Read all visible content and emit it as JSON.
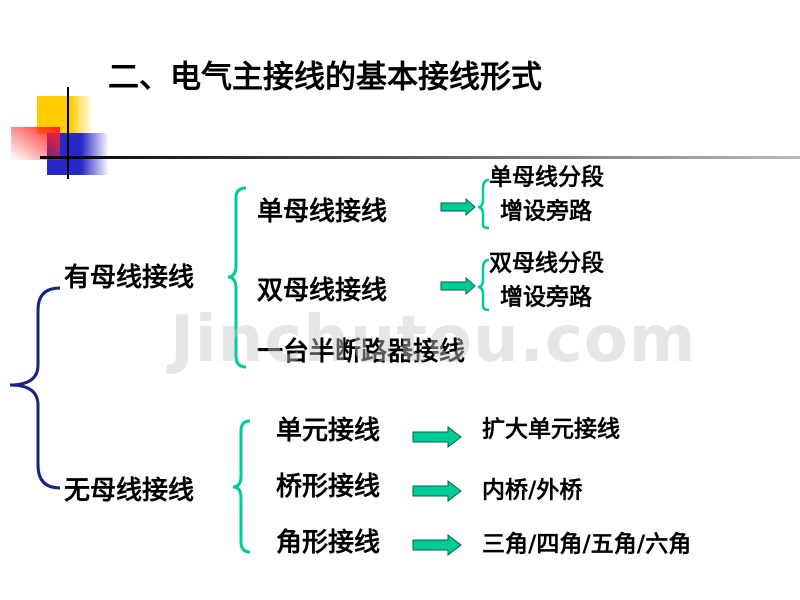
{
  "title": "二、电气主接线的基本接线形式",
  "watermark": "Jinchutou.com",
  "colors": {
    "brace_left": "#1a237e",
    "brace_green": "#00cc99",
    "arrow_fill": "#00cc99",
    "arrow_stroke": "#006644"
  },
  "groups": [
    {
      "label": "有母线接线",
      "items": [
        {
          "label": "单母线接线",
          "subs": [
            "单母线分段",
            "增设旁路"
          ]
        },
        {
          "label": "双母线接线",
          "subs": [
            "双母线分段",
            "增设旁路"
          ]
        },
        {
          "label": "一台半断路器接线"
        }
      ]
    },
    {
      "label": "无母线接线",
      "items": [
        {
          "label": "单元接线",
          "result": "扩大单元接线"
        },
        {
          "label": "桥形接线",
          "result": "内桥/外桥"
        },
        {
          "label": "角形接线",
          "result": "三角/四角/五角/六角"
        }
      ]
    }
  ]
}
